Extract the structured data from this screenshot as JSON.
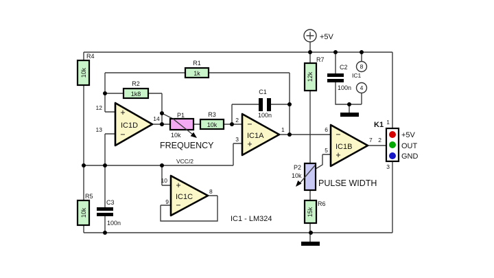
{
  "schematic": {
    "power": {
      "supply_label": "+5V",
      "plus_sign": "+"
    },
    "note": "IC1 - LM324",
    "net_label": "VCC/2",
    "resistors": {
      "r1": {
        "ref": "R1",
        "value": "1k"
      },
      "r2": {
        "ref": "R2",
        "value": "1k8"
      },
      "r3": {
        "ref": "R3",
        "value": "10k"
      },
      "r4": {
        "ref": "R4",
        "value": "10k"
      },
      "r5": {
        "ref": "R5",
        "value": "10k"
      },
      "r6": {
        "ref": "R6",
        "value": "15k"
      },
      "r7": {
        "ref": "R7",
        "value": "12k"
      }
    },
    "capacitors": {
      "c1": {
        "ref": "C1",
        "value": "100n"
      },
      "c2": {
        "ref": "C2",
        "value": "100n"
      },
      "c3": {
        "ref": "C3",
        "value": "100n"
      }
    },
    "potentiometers": {
      "p1": {
        "ref": "P1",
        "value": "10k",
        "function": "FREQUENCY"
      },
      "p2": {
        "ref": "P2",
        "value": "10k",
        "function": "PULSE WIDTH"
      }
    },
    "opamps": {
      "ic1a": {
        "name": "IC1A",
        "pin_in_top": "2",
        "pin_in_bottom": "3",
        "pin_out": "1",
        "sign_top": "−",
        "sign_bottom": "+"
      },
      "ic1b": {
        "name": "IC1B",
        "pin_in_top": "6",
        "pin_in_bottom": "5",
        "pin_out": "7",
        "sign_top": "−",
        "sign_bottom": "+"
      },
      "ic1c": {
        "name": "IC1C",
        "pin_in_top": "10",
        "pin_in_bottom": "9",
        "pin_out": "8",
        "sign_top": "+",
        "sign_bottom": "−"
      },
      "ic1d": {
        "name": "IC1D",
        "pin_in_top": "12",
        "pin_in_bottom": "13",
        "pin_out": "14",
        "sign_top": "+",
        "sign_bottom": "−"
      }
    },
    "ic_power": {
      "label": "IC1",
      "pin_vcc": "8",
      "pin_gnd": "4"
    },
    "connector": {
      "ref": "K1",
      "pins": [
        {
          "num": "1",
          "label": "+5V",
          "color": "#d40000"
        },
        {
          "num": "2",
          "label": "OUT",
          "color": "#00a800"
        },
        {
          "num": "3",
          "label": "GND",
          "color": "#1717c8"
        }
      ]
    },
    "colors": {
      "resistor_fill": "#c9f4c9",
      "opamp_fill": "#fcf7c9",
      "pot1_fill": "#f4aaf2",
      "pot2_fill": "#c8c9f4"
    }
  }
}
